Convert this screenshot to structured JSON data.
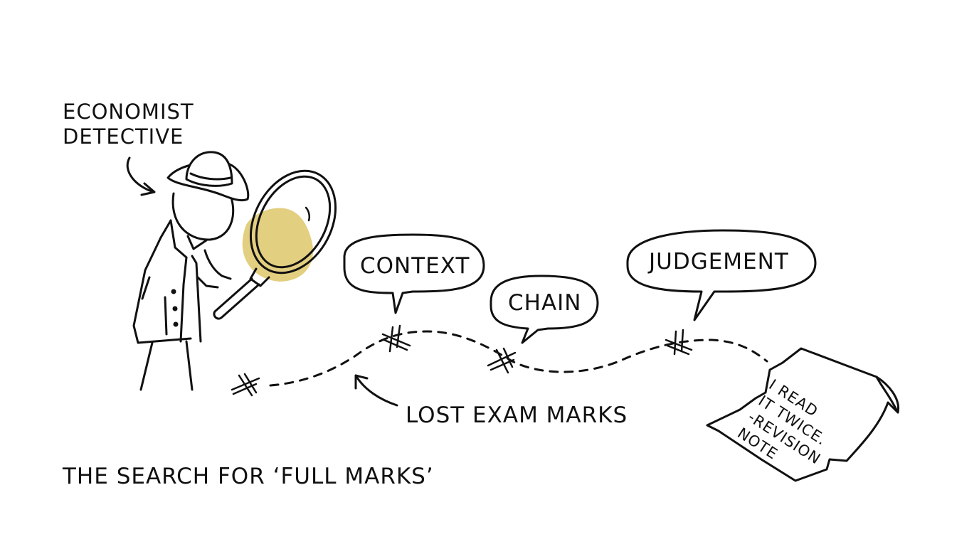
{
  "figure_label": {
    "line1": "ECONOMIST",
    "line2": "DETECTIVE"
  },
  "bubbles": {
    "context": "CONTEXT",
    "chain": "CHAIN",
    "judgement": "JUDGEMENT"
  },
  "trail_label": "LOST EXAM MARKS",
  "bottom_caption": "THE SEARCH FOR ‘FULL MARKS’",
  "note": {
    "line1": "I READ",
    "line2": "IT TWICE.",
    "line3": "-REVISION",
    "line4": "NOTE"
  },
  "colors": {
    "ink": "#111111",
    "lens_highlight": "#e3cf80",
    "background": "#ffffff"
  }
}
